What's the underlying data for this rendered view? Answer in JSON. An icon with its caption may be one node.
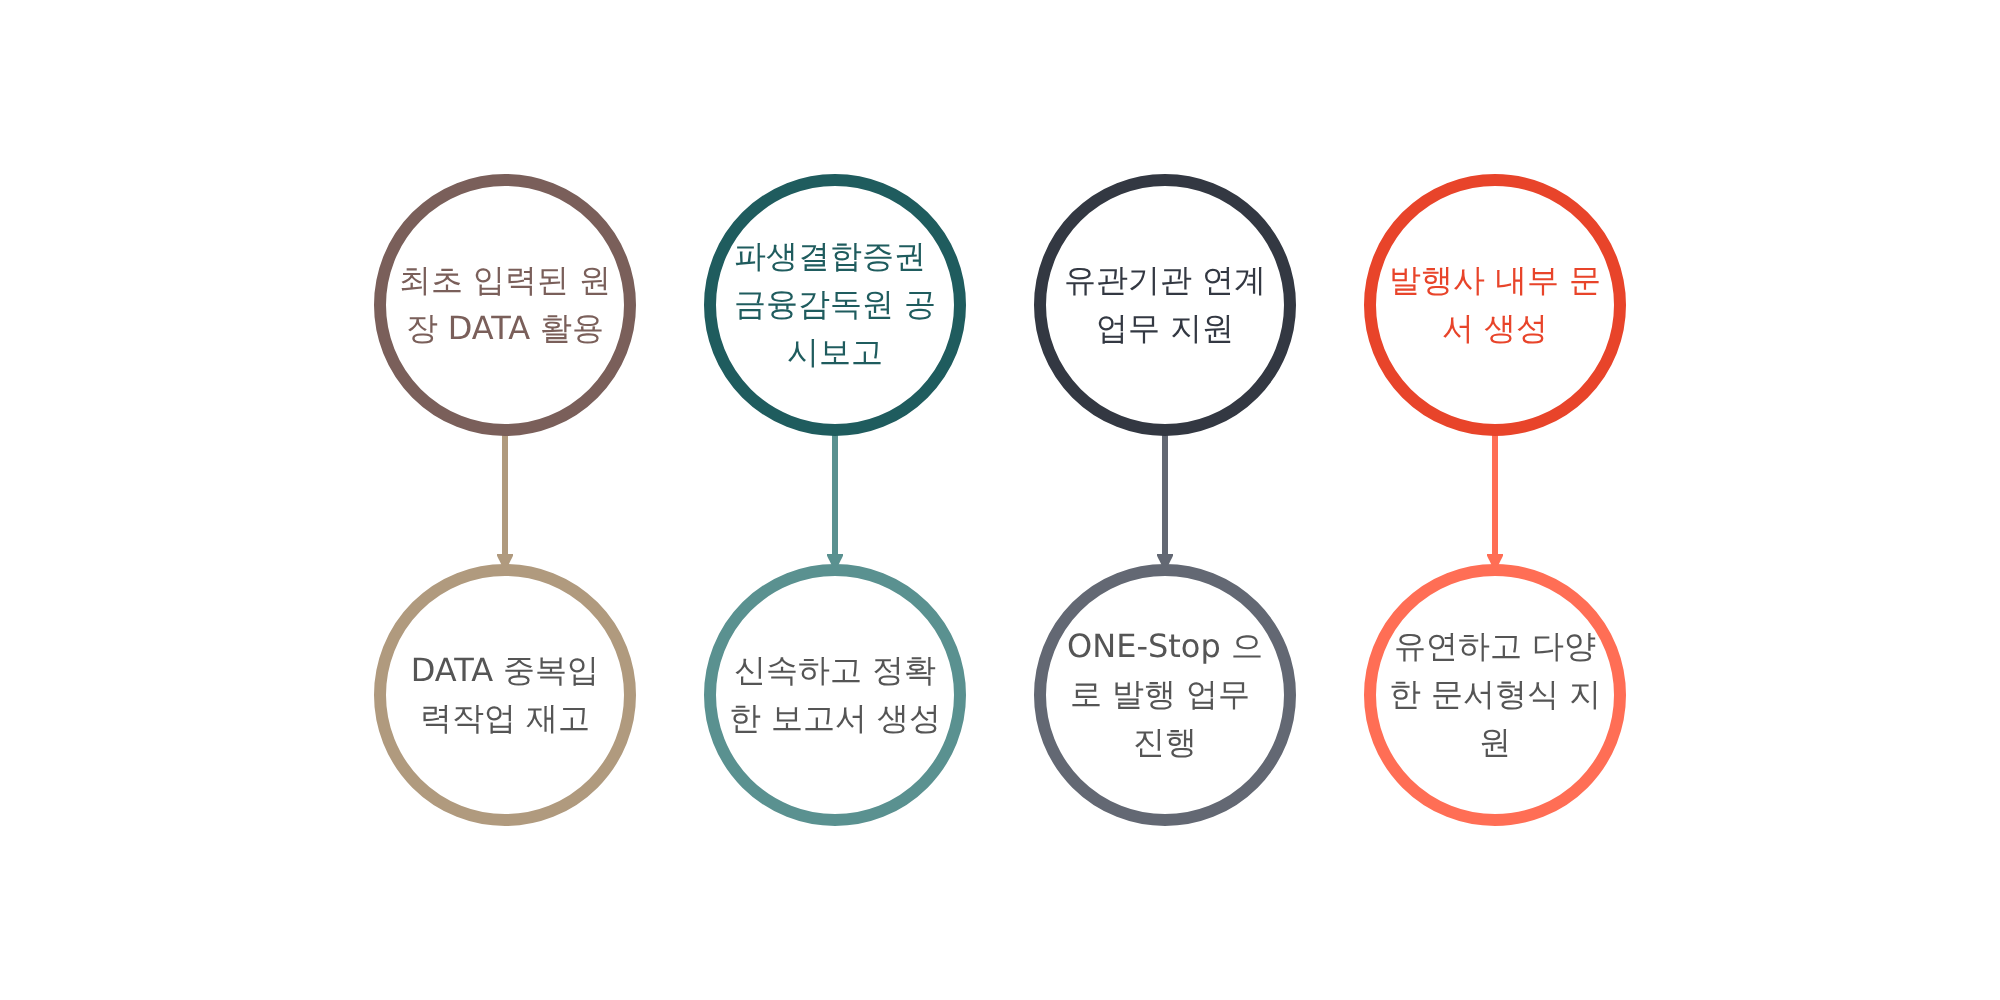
{
  "diagram": {
    "nodes": [
      {
        "text": [
          "최초 입력된 원장 DATA 활용"
        ]
      },
      {
        "text": [
          "파생결합증권 금융감독원 공시보고"
        ]
      },
      {
        "text": [
          "유관기관 연계업무 지원"
        ]
      },
      {
        "text": [
          "발행사 내부 문서 생성"
        ]
      },
      {
        "text": [
          "DATA 중복입력작업 재고"
        ]
      },
      {
        "text": [
          "신속하고 정확한 보고서 생성"
        ]
      },
      {
        "text": [
          "ONE-Stop 으로 발행 업무 진행"
        ]
      },
      {
        "text": [
          "유연하고 다양한 문서형식 지원"
        ]
      }
    ],
    "edges": [
      {
        "from": 0,
        "to": 4,
        "arrow": "to",
        "color": "#b09a7e"
      },
      {
        "from": 1,
        "to": 5,
        "arrow": "to",
        "color": "#5a9190"
      },
      {
        "from": 2,
        "to": 6,
        "arrow": "to",
        "color": "#636873"
      },
      {
        "from": 3,
        "to": 7,
        "arrow": "to",
        "color": "#ff6e55"
      }
    ]
  }
}
